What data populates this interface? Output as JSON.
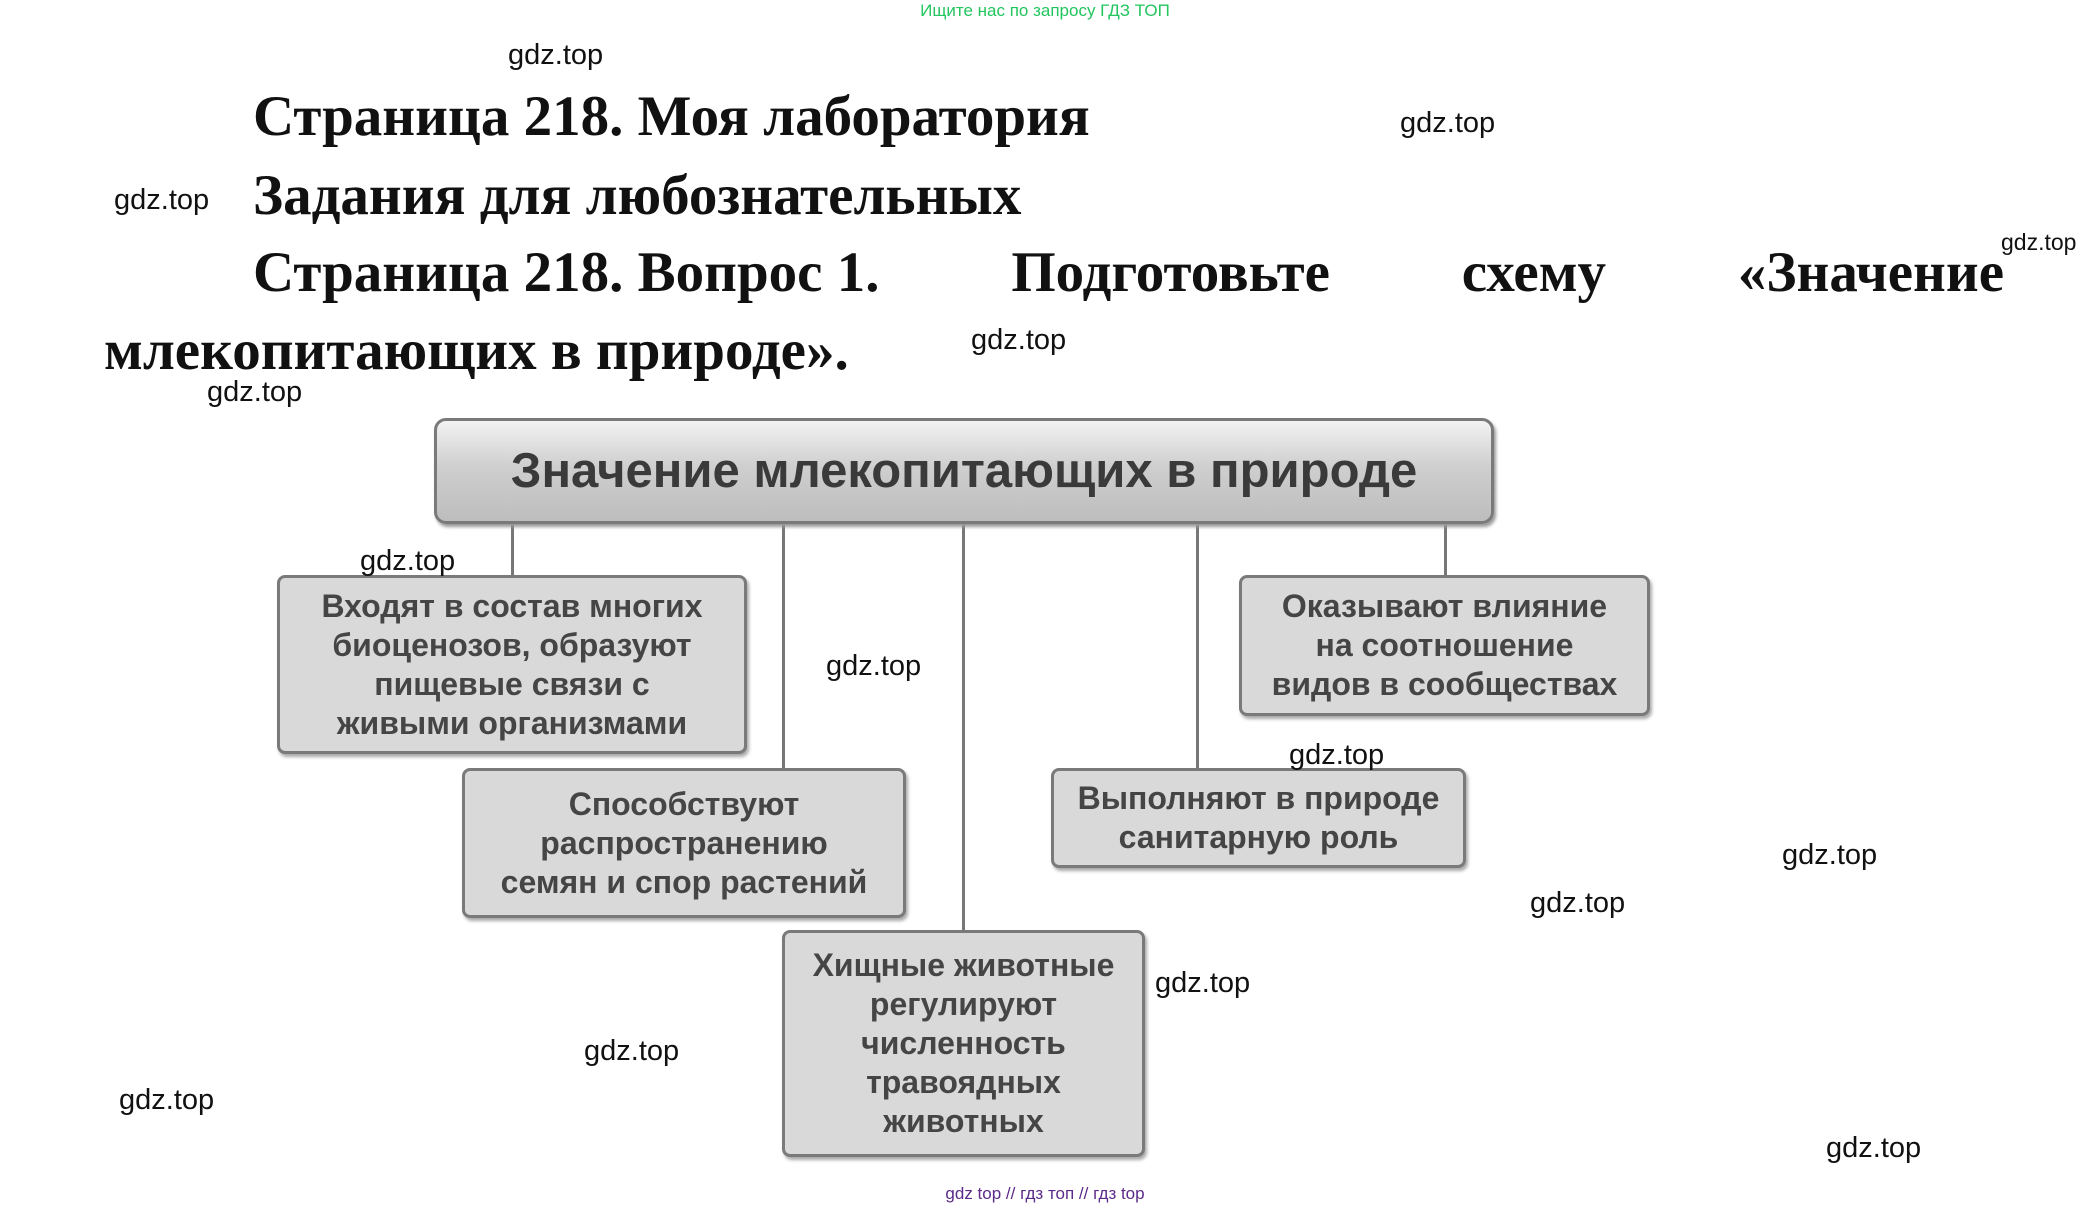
{
  "top_note": "Ищите нас по запросу ГДЗ ТОП",
  "headings": {
    "line1": "Страница 218. Моя лаборатория",
    "line2": "Задания для любознательных",
    "line3_words": [
      "Страница 218. Вопрос 1.",
      "Подготовьте",
      "схему",
      "«Значение"
    ],
    "line4": "млекопитающих в природе»."
  },
  "diagram": {
    "title": "Значение млекопитающих в природе",
    "boxes": [
      "Входят в состав многих\nбиоценозов, образуют\nпищевые связи с\nживыми организмами",
      "Способствуют\nраспространению\nсемян и спор растений",
      "Хищные животные\nрегулируют\nчисленность\nтравоядных\nживотных",
      "Выполняют в природе\nсанитарную роль",
      "Оказывают влияние\nна соотношение\nвидов в сообществах"
    ]
  },
  "watermark": "gdz.top",
  "footer": "gdz top  //  гдз топ  //  гдз top"
}
